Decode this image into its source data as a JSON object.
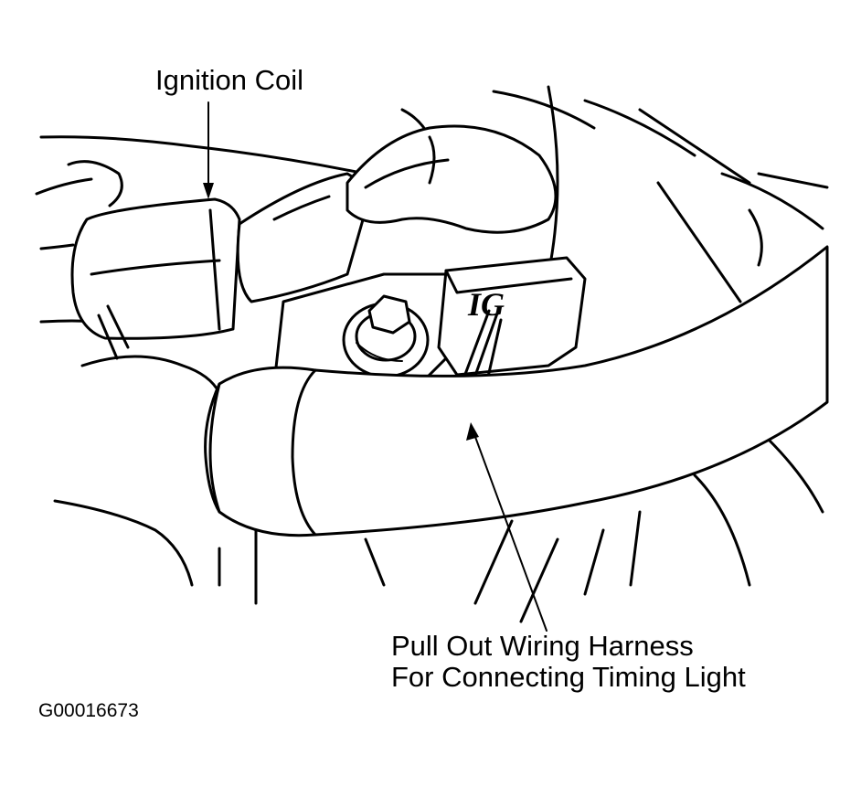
{
  "labels": {
    "ignition_coil": "Ignition Coil",
    "harness_line1": "Pull Out Wiring Harness",
    "harness_line2": "For Connecting Timing Light",
    "figure_id": "G00016673",
    "connector_marking": "IG"
  }
}
